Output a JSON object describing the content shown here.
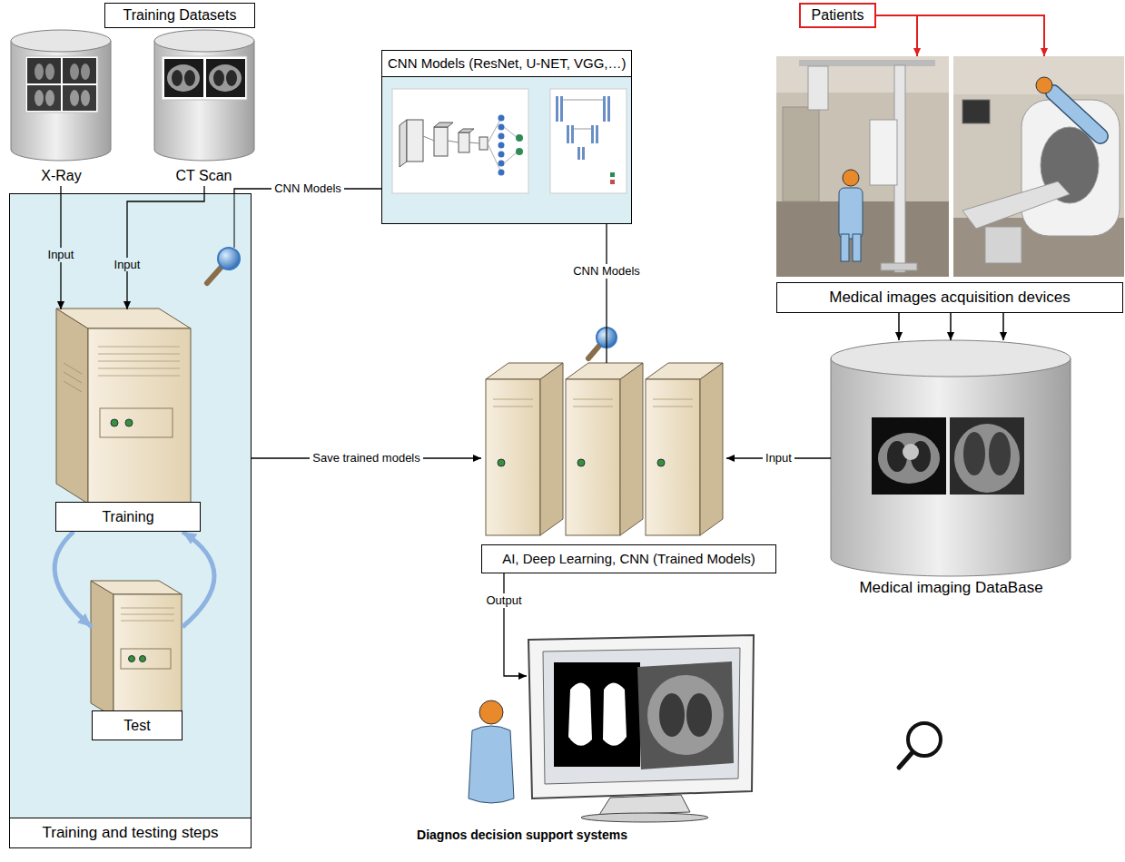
{
  "diagram": {
    "nodes": [
      {
        "text": [
          "Training Datasets"
        ]
      },
      {
        "text": [
          "X-Ray"
        ]
      },
      {
        "text": [
          "CT Scan"
        ]
      },
      {
        "text": [
          "Training and testing steps"
        ]
      },
      {
        "text": [
          "Training"
        ],
        "in": 3
      },
      {
        "text": [
          "Test"
        ],
        "in": 3
      },
      {
        "text": [
          "CNN Models (ResNet, U-NET, VGG,…)"
        ]
      },
      {
        "text": [
          "Patients"
        ]
      },
      {
        "text": [
          "Medical images acquisition devices"
        ]
      },
      {
        "text": [
          "Medical imaging DataBase"
        ]
      },
      {
        "text": [
          "AI, Deep Learning, CNN (Trained Models)"
        ]
      },
      {
        "text": [
          "Diagnos decision support systems"
        ]
      }
    ],
    "edges": [
      {
        "from": 1,
        "to": 4,
        "label": "Input",
        "arrow": "to"
      },
      {
        "from": 2,
        "to": 4,
        "label": "Input",
        "arrow": "to"
      },
      {
        "from": 6,
        "to": 3,
        "label": "CNN Models",
        "arrow": "none"
      },
      {
        "from": 6,
        "to": 10,
        "label": "CNN Models",
        "arrow": "none"
      },
      {
        "from": 3,
        "to": 10,
        "label": "Save trained models",
        "arrow": "to"
      },
      {
        "from": 9,
        "to": 10,
        "label": "Input",
        "arrow": "to"
      },
      {
        "from": 10,
        "to": 11,
        "label": "Output",
        "arrow": "to"
      },
      {
        "from": 7,
        "to": 8,
        "arrow": "to"
      },
      {
        "from": 8,
        "to": 9,
        "arrow": "to"
      },
      {
        "from": 4,
        "to": 5,
        "arrow": "to"
      },
      {
        "from": 5,
        "to": 4,
        "arrow": "to"
      }
    ]
  }
}
